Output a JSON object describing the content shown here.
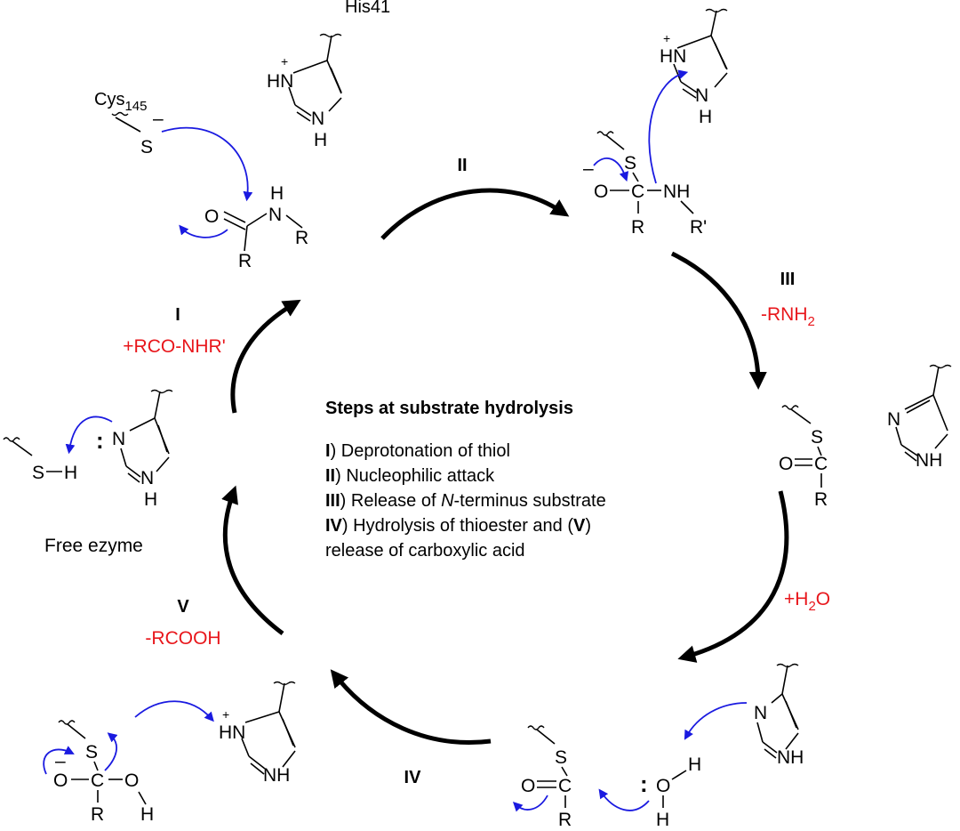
{
  "legend": {
    "title": "Steps at substrate hydrolysis",
    "step1_num": "I",
    "step1_text": ") Deprotonation of thiol",
    "step2_num": "II",
    "step2_text": ") Nucleophilic attack",
    "step3_num": "III",
    "step3_text_a": ") Release of ",
    "step3_italic": "N",
    "step3_text_b": "-terminus substrate",
    "step4_num": "IV",
    "step4_text_a": ") Hydrolysis of thioester and (",
    "step4_num2": "V",
    "step4_text_b": ")",
    "step4_line2": "release of carboxylic acid"
  },
  "steps": {
    "I": {
      "label": "I",
      "reagent": "+RCO-NHR'"
    },
    "II": {
      "label": "II"
    },
    "III": {
      "label": "III",
      "reagent_main": "-RNH",
      "reagent_sub": "2"
    },
    "H2O": {
      "reagent_main": "+H",
      "reagent_sub": "2",
      "reagent_end": "O"
    },
    "IV": {
      "label": "IV"
    },
    "V": {
      "label": "V",
      "reagent": "-RCOOH"
    }
  },
  "labels": {
    "his41": "His41",
    "cys_main": "Cys",
    "cys_sub": "145",
    "free_enzyme": "Free ezyme"
  },
  "atoms": {
    "H": "H",
    "N": "N",
    "NH": "NH",
    "HN": "HN",
    "S": "S",
    "O": "O",
    "C": "C",
    "R": "R",
    "Rp": "R'",
    "SH": "S",
    "plus": "+",
    "minus": "–",
    "lone_pair": ":"
  },
  "colors": {
    "cycle_arrow": "#000000",
    "electron_arrow": "#1a1ae0",
    "reagent_text": "#e8161b"
  }
}
